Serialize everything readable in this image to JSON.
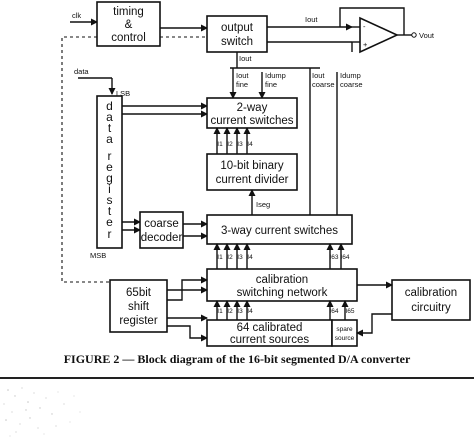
{
  "blocks": {
    "timing_control": [
      "timing",
      "&",
      "control"
    ],
    "output_switch": [
      "output",
      "switch"
    ],
    "data_register": [
      "d",
      "a",
      "t",
      "a",
      " ",
      "r",
      "e",
      "g",
      "i",
      "s",
      "t",
      "e",
      "r"
    ],
    "two_way": [
      "2-way",
      "current switches"
    ],
    "binary_divider": [
      "10-bit binary",
      "current divider"
    ],
    "coarse_decoder": [
      "coarse",
      "decoder"
    ],
    "three_way": "3-way current switches",
    "calibration_network": [
      "calibration",
      "switching network"
    ],
    "shift_register": [
      "65bit",
      "shift",
      "register"
    ],
    "calibrated_sources": [
      "64 calibrated",
      "current sources"
    ],
    "calibration_circuitry": [
      "calibration",
      "circuitry"
    ]
  },
  "signals": {
    "clk": "clk",
    "data": "data",
    "lsb": "LSB",
    "msb": "MSB",
    "iout_top": "Iout",
    "vout": "Vout",
    "iout_bus": "Iout",
    "iout_fine": [
      "Iout",
      "fine"
    ],
    "idump_fine": [
      "Idump",
      "fine"
    ],
    "iout_coarse": [
      "Iout",
      "coarse"
    ],
    "idump_coarse": [
      "Idump",
      "coarse"
    ],
    "iseg": "Iseg",
    "spare_sources": [
      "spare",
      "source"
    ],
    "two_way_taps": [
      "I1",
      "I2",
      "I3",
      "I4"
    ],
    "three_way_taps": [
      "I1",
      "I2",
      "I3",
      "I4",
      "I63",
      "I64"
    ],
    "calib_taps": [
      "I1",
      "I2",
      "I3",
      "I4",
      "I64",
      "I65"
    ],
    "plus_sign": "+",
    "minus_sign": "-"
  },
  "caption": "FIGURE 2 — Block diagram of the 16-bit segmented D/A converter"
}
